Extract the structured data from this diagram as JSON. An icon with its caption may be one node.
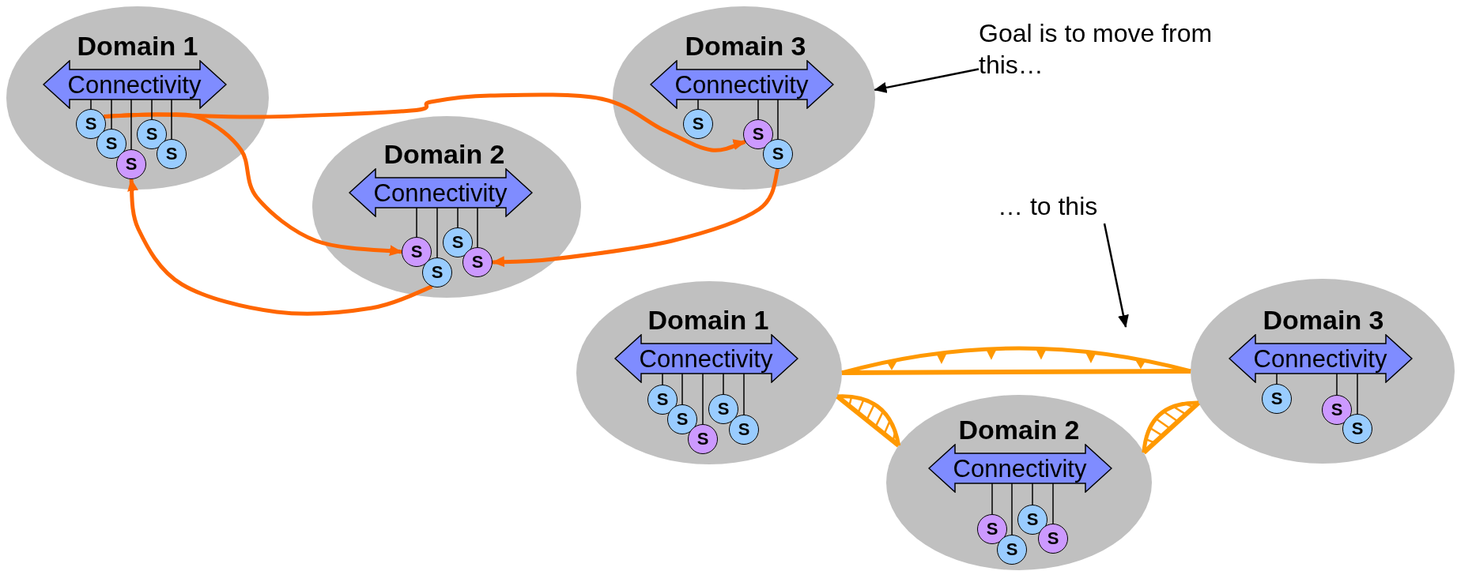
{
  "diagram": {
    "nodes": [
      {
        "text": [
          "Domain 1"
        ]
      },
      {
        "text": [
          "Connectivity"
        ],
        "in": 0
      },
      {
        "text": [
          "S"
        ],
        "in": 0
      },
      {
        "text": [
          "S"
        ],
        "in": 0
      },
      {
        "text": [
          "S"
        ],
        "in": 0
      },
      {
        "text": [
          "S"
        ],
        "in": 0
      },
      {
        "text": [
          "S"
        ],
        "in": 0
      },
      {
        "text": [
          "Domain 2"
        ]
      },
      {
        "text": [
          "Connectivity"
        ],
        "in": 7
      },
      {
        "text": [
          "S"
        ],
        "in": 7
      },
      {
        "text": [
          "S"
        ],
        "in": 7
      },
      {
        "text": [
          "S"
        ],
        "in": 7
      },
      {
        "text": [
          "S"
        ],
        "in": 7
      },
      {
        "text": [
          "Domain 3"
        ]
      },
      {
        "text": [
          "Connectivity"
        ],
        "in": 13
      },
      {
        "text": [
          "S"
        ],
        "in": 13
      },
      {
        "text": [
          "S"
        ],
        "in": 13
      },
      {
        "text": [
          "S"
        ],
        "in": 13
      },
      {
        "text": [
          "Goal is to move from this…"
        ]
      },
      {
        "text": [
          "… to this"
        ]
      },
      {
        "text": [
          "Domain 1"
        ]
      },
      {
        "text": [
          "Connectivity"
        ],
        "in": 20
      },
      {
        "text": [
          "S"
        ],
        "in": 20
      },
      {
        "text": [
          "S"
        ],
        "in": 20
      },
      {
        "text": [
          "S"
        ],
        "in": 20
      },
      {
        "text": [
          "S"
        ],
        "in": 20
      },
      {
        "text": [
          "S"
        ],
        "in": 20
      },
      {
        "text": [
          "Domain 2"
        ]
      },
      {
        "text": [
          "Connectivity"
        ],
        "in": 27
      },
      {
        "text": [
          "S"
        ],
        "in": 27
      },
      {
        "text": [
          "S"
        ],
        "in": 27
      },
      {
        "text": [
          "S"
        ],
        "in": 27
      },
      {
        "text": [
          "S"
        ],
        "in": 27
      },
      {
        "text": [
          "Domain 3"
        ]
      },
      {
        "text": [
          "Connectivity"
        ],
        "in": 33
      },
      {
        "text": [
          "S"
        ],
        "in": 33
      },
      {
        "text": [
          "S"
        ],
        "in": 33
      },
      {
        "text": [
          "S"
        ],
        "in": 33
      }
    ],
    "edges": [
      {
        "from": 2,
        "to": 16,
        "arrow": "to",
        "style": "thick",
        "color": "#ff6600"
      },
      {
        "from": 2,
        "to": 9,
        "arrow": "to",
        "style": "thick",
        "color": "#ff6600"
      },
      {
        "from": 17,
        "to": 12,
        "arrow": "to",
        "style": "thick",
        "color": "#ff6600"
      },
      {
        "from": 10,
        "to": 4,
        "arrow": "to",
        "style": "thick",
        "color": "#ff6600"
      },
      {
        "from": 18,
        "to": 13,
        "arrow": "to"
      },
      {
        "from": 19,
        "to": null,
        "arrow": "to"
      },
      {
        "from": 20,
        "to": 33,
        "arrow": "none",
        "style": "thick",
        "color": "#ff9900"
      },
      {
        "from": 20,
        "to": 27,
        "arrow": "none",
        "style": "thick",
        "color": "#ff9900"
      },
      {
        "from": 27,
        "to": 33,
        "arrow": "none",
        "style": "thick",
        "color": "#ff9900"
      },
      {
        "from": 1,
        "to": 2,
        "arrow": "none"
      },
      {
        "from": 1,
        "to": 3,
        "arrow": "none"
      },
      {
        "from": 1,
        "to": 4,
        "arrow": "none"
      },
      {
        "from": 1,
        "to": 5,
        "arrow": "none"
      },
      {
        "from": 1,
        "to": 6,
        "arrow": "none"
      },
      {
        "from": 8,
        "to": 9,
        "arrow": "none"
      },
      {
        "from": 8,
        "to": 10,
        "arrow": "none"
      },
      {
        "from": 8,
        "to": 11,
        "arrow": "none"
      },
      {
        "from": 8,
        "to": 12,
        "arrow": "none"
      },
      {
        "from": 14,
        "to": 15,
        "arrow": "none"
      },
      {
        "from": 14,
        "to": 16,
        "arrow": "none"
      },
      {
        "from": 14,
        "to": 17,
        "arrow": "none"
      },
      {
        "from": 21,
        "to": 22,
        "arrow": "none"
      },
      {
        "from": 21,
        "to": 23,
        "arrow": "none"
      },
      {
        "from": 21,
        "to": 24,
        "arrow": "none"
      },
      {
        "from": 21,
        "to": 25,
        "arrow": "none"
      },
      {
        "from": 21,
        "to": 26,
        "arrow": "none"
      },
      {
        "from": 28,
        "to": 29,
        "arrow": "none"
      },
      {
        "from": 28,
        "to": 30,
        "arrow": "none"
      },
      {
        "from": 28,
        "to": 31,
        "arrow": "none"
      },
      {
        "from": 28,
        "to": 32,
        "arrow": "none"
      },
      {
        "from": 34,
        "to": 35,
        "arrow": "none"
      },
      {
        "from": 34,
        "to": 36,
        "arrow": "none"
      },
      {
        "from": 34,
        "to": 37,
        "arrow": "none"
      }
    ]
  }
}
